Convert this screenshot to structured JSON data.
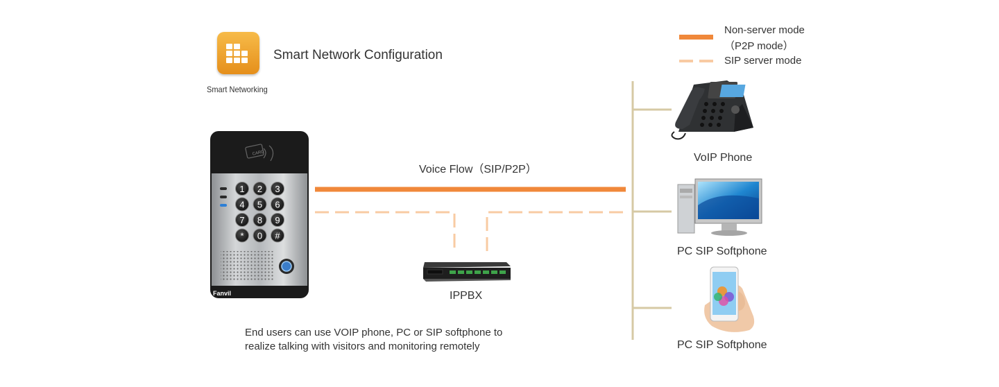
{
  "header": {
    "title": "Smart Network Configuration",
    "icon_caption": "Smart Networking"
  },
  "legend": {
    "solid_label_line1": "Non-server mode",
    "solid_label_line2": "（P2P mode）",
    "dashed_label": "SIP server mode"
  },
  "flow": {
    "label": "Voice Flow（SIP/P2P）"
  },
  "door_phone": {
    "brand": "Fanvil",
    "card_label": "CARD",
    "keys": [
      "1",
      "2",
      "3",
      "4",
      "5",
      "6",
      "7",
      "8",
      "9",
      "*",
      "0",
      "#"
    ]
  },
  "pbx": {
    "label": "IPPBX"
  },
  "endpoints": [
    {
      "label": "VoIP Phone"
    },
    {
      "label": "PC SIP Softphone"
    },
    {
      "label": "PC SIP Softphone"
    }
  ],
  "note": {
    "line1": "End users can use VOIP phone, PC or SIP softphone to",
    "line2": "realize talking with visitors and monitoring remotely"
  },
  "colors": {
    "solid_line": "#f0883a",
    "dashed_line": "#f8cba3",
    "bus_line": "#d6c9a4",
    "icon_orange": "#f0a030"
  }
}
